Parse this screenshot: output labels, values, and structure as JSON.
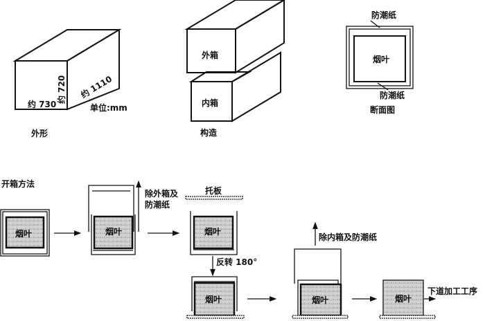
{
  "exterior": {
    "caption": "外形",
    "dim_width": "约 730",
    "dim_height": "约 720",
    "dim_length": "约 1110",
    "unit": "单位:mm"
  },
  "structure": {
    "caption": "构造",
    "outer_box": "外箱",
    "inner_box": "内箱"
  },
  "section": {
    "caption": "断面图",
    "paper_top": "防潮纸",
    "paper_bottom": "防潮纸",
    "content": "烟叶"
  },
  "opening": {
    "title": "开箱方法",
    "content": "烟叶",
    "step1_label_line1": "除外箱及",
    "step1_label_line2": "防潮纸",
    "pallet_label": "托板",
    "flip_label": "反转 180°",
    "step_remove_inner": "除内箱及防潮纸",
    "next_process": "下道加工工序"
  }
}
